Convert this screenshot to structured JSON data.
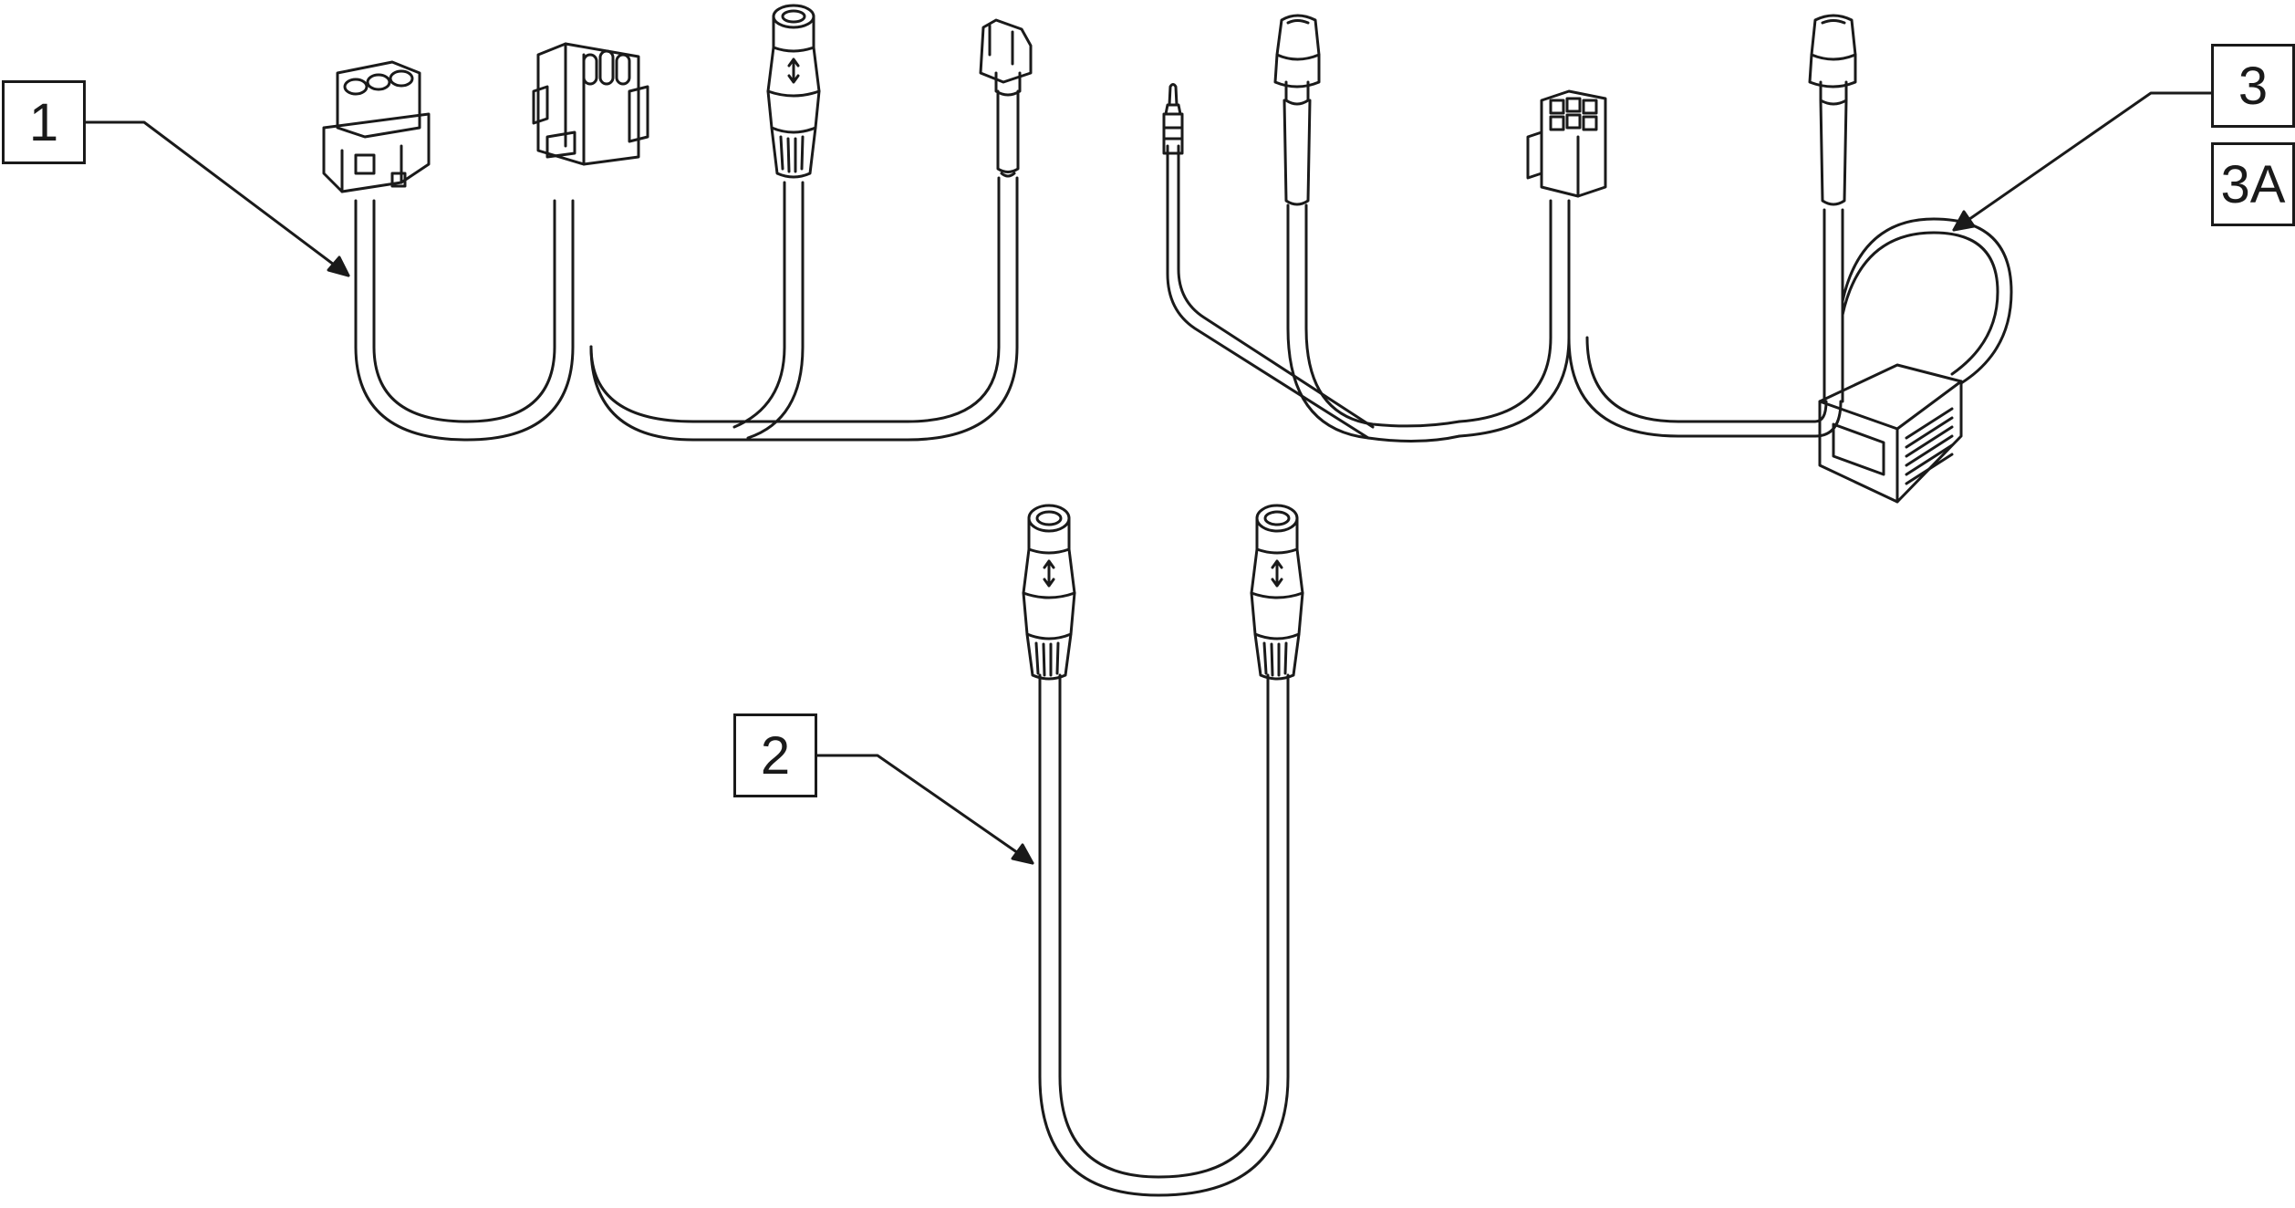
{
  "callouts": {
    "item_1": "1",
    "item_2": "2",
    "item_3": "3",
    "item_3a": "3A"
  },
  "colors": {
    "line": "#1a1a1a",
    "background": "#ffffff"
  }
}
